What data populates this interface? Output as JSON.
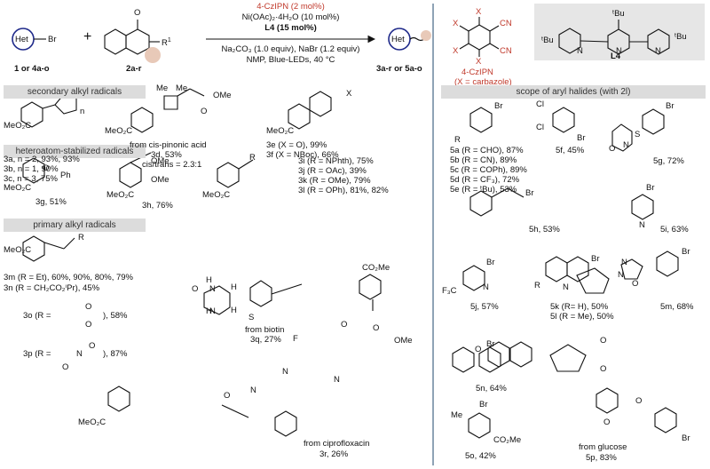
{
  "scheme": {
    "reactant1": {
      "ring": "Het",
      "substituent": "Br",
      "label": "1 or 4a-o"
    },
    "plus": "+",
    "reactant2": {
      "substituent": "R",
      "superscript": "1",
      "label": "2a-r"
    },
    "product": {
      "ring": "Het",
      "label": "3a-r or 5a-o"
    },
    "conditions_above": [
      "4-CzIPN (2 mol%)",
      "Ni(OAc)₂·4H₂O (10 mol%)",
      "L4 (15 mol%)"
    ],
    "conditions_below": [
      "Na₂CO₃ (1.0 equiv), NaBr (1.2 equiv)",
      "NMP, Blue-LEDs, 40 °C"
    ],
    "catalyst_name": "4-CzIPN",
    "catalyst_note": "(X = carbazole)",
    "ligand_label": "L4"
  },
  "sections": {
    "secondary": "secondary alkyl radicals",
    "hetero": "heteroatom-stabilized radicals",
    "primary": "primary alkyl radicals",
    "aryl": "scope of aryl halides (with 2l)"
  },
  "entries": {
    "e3a": "3a, n = 2, 93%, 93%",
    "e3b": "3b, n = 1, 90%",
    "e3c": "3c, n = 3, 75%",
    "e3d_src": "from cis-pinonic acid",
    "e3d": "3d, 53%",
    "e3d_dr": "cis/trans = 2.3:1",
    "e3e": "3e (X = O), 99%",
    "e3f": "3f (X = NBoc), 66%",
    "e3g": "3g, 51%",
    "e3h": "3h, 76%",
    "e3i": "3i (R = NPhth), 75%",
    "e3j": "3j (R = OAc), 39%",
    "e3k": "3k (R = OMe), 79%",
    "e3l": "3l (R = OPh), 81%, 82%",
    "e3m": "3m (R = Et), 60%, 90%, 80%, 79%",
    "e3n": "3n (R = CH₂CO₂ⁱPr), 45%",
    "e3o_pre": "3o (R =",
    "e3o_post": "), 58%",
    "e3p_pre": "3p (R =",
    "e3p_post": "), 87%",
    "e3q_src": "from biotin",
    "e3q": "3q, 27%",
    "e3r_src": "from ciprofloxacin",
    "e3r": "3r, 26%",
    "e5a": "5a (R = CHO), 87%",
    "e5b": "5b (R = CN), 89%",
    "e5c": "5c (R = COPh), 89%",
    "e5d": "5d (R = CF₃), 72%",
    "e5e": "5e (R = ᵗBu), 53%",
    "e5f": "5f, 45%",
    "e5g": "5g, 72%",
    "e5h": "5h, 53%",
    "e5i": "5i, 63%",
    "e5j": "5j, 57%",
    "e5k": "5k (R= H), 50%",
    "e5l": "5l (R = Me), 50%",
    "e5m": "5m, 68%",
    "e5n": "5n, 64%",
    "e5o": "5o, 42%",
    "e5p_src": "from glucose",
    "e5p": "5p, 83%"
  },
  "atoms": {
    "MeO2C": "MeO₂C",
    "CO2Me": "CO₂Me",
    "OMe": "OMe",
    "Br": "Br",
    "Cl": "Cl",
    "CN": "CN",
    "X": "X",
    "R": "R",
    "N": "N",
    "O": "O",
    "S": "S",
    "H": "H",
    "F": "F",
    "Me": "Me",
    "Ph": "Ph",
    "F3C": "F₃C",
    "n": "n",
    "tBu": "ᵗBu"
  },
  "colors": {
    "accent_red": "#c0392b",
    "divider": "#8fa3b6",
    "header_bg": "#dcdcdc",
    "ligand_bg": "#e6e6e6",
    "het_ring": "#1f2a8a",
    "radical_ball": "#e8c9b8"
  }
}
